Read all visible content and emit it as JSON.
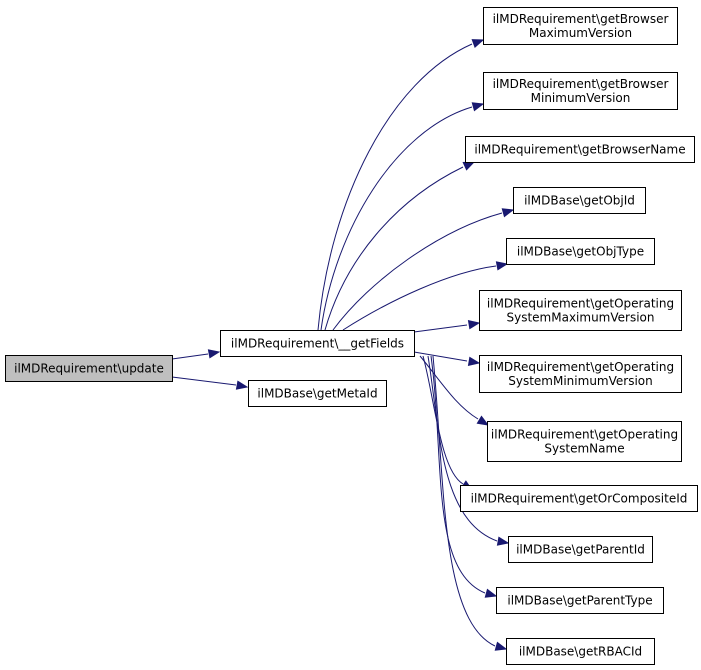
{
  "diagram": {
    "colors": {
      "edge": "#191970",
      "root_fill": "#bfbfbf",
      "node_fill": "#ffffff",
      "border": "#000000"
    },
    "nodes": [
      {
        "id": "update",
        "lines": [
          "ilMDRequirement\\update"
        ],
        "highlight": true
      },
      {
        "id": "getFields",
        "lines": [
          "ilMDRequirement\\__getFields"
        ]
      },
      {
        "id": "getMetaId",
        "lines": [
          "ilMDBase\\getMetaId"
        ]
      },
      {
        "id": "getBrowserMaximumVersion",
        "lines": [
          "ilMDRequirement\\getBrowser",
          "MaximumVersion"
        ]
      },
      {
        "id": "getBrowserMinimumVersion",
        "lines": [
          "ilMDRequirement\\getBrowser",
          "MinimumVersion"
        ]
      },
      {
        "id": "getBrowserName",
        "lines": [
          "ilMDRequirement\\getBrowserName"
        ]
      },
      {
        "id": "getObjId",
        "lines": [
          "ilMDBase\\getObjId"
        ]
      },
      {
        "id": "getObjType",
        "lines": [
          "ilMDBase\\getObjType"
        ]
      },
      {
        "id": "getOperatingSystemMaximumVersion",
        "lines": [
          "ilMDRequirement\\getOperating",
          "SystemMaximumVersion"
        ]
      },
      {
        "id": "getOperatingSystemMinimumVersion",
        "lines": [
          "ilMDRequirement\\getOperating",
          "SystemMinimumVersion"
        ]
      },
      {
        "id": "getOperatingSystemName",
        "lines": [
          "ilMDRequirement\\getOperating",
          "SystemName"
        ]
      },
      {
        "id": "getOrCompositeId",
        "lines": [
          "ilMDRequirement\\getOrCompositeId"
        ]
      },
      {
        "id": "getParentId",
        "lines": [
          "ilMDBase\\getParentId"
        ]
      },
      {
        "id": "getParentType",
        "lines": [
          "ilMDBase\\getParentType"
        ]
      },
      {
        "id": "getRBACId",
        "lines": [
          "ilMDBase\\getRBACId"
        ]
      }
    ],
    "edges": [
      {
        "from": "update",
        "to": "getFields"
      },
      {
        "from": "update",
        "to": "getMetaId"
      },
      {
        "from": "getFields",
        "to": "getBrowserMaximumVersion"
      },
      {
        "from": "getFields",
        "to": "getBrowserMinimumVersion"
      },
      {
        "from": "getFields",
        "to": "getBrowserName"
      },
      {
        "from": "getFields",
        "to": "getObjId"
      },
      {
        "from": "getFields",
        "to": "getObjType"
      },
      {
        "from": "getFields",
        "to": "getOperatingSystemMaximumVersion"
      },
      {
        "from": "getFields",
        "to": "getOperatingSystemMinimumVersion"
      },
      {
        "from": "getFields",
        "to": "getOperatingSystemName"
      },
      {
        "from": "getFields",
        "to": "getOrCompositeId"
      },
      {
        "from": "getFields",
        "to": "getParentId"
      },
      {
        "from": "getFields",
        "to": "getParentType"
      },
      {
        "from": "getFields",
        "to": "getRBACId"
      }
    ]
  }
}
